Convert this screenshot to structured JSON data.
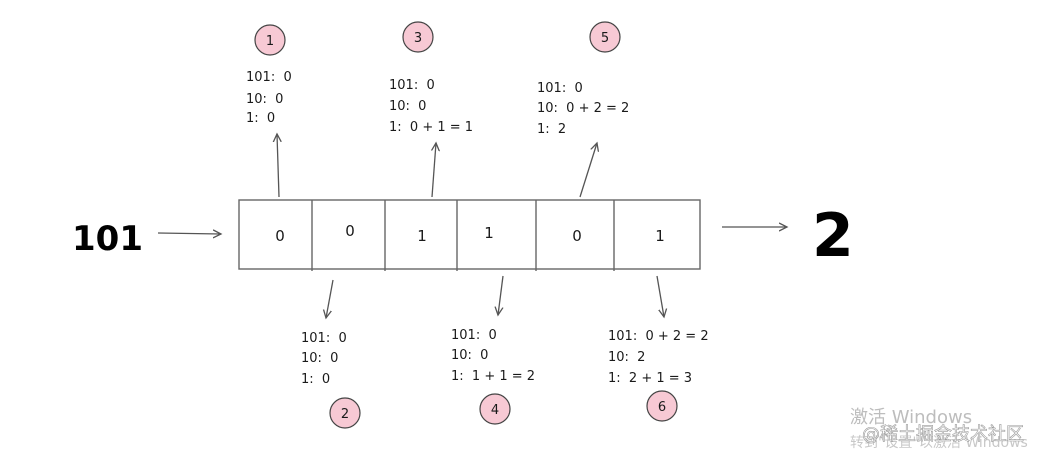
{
  "input_label": "101",
  "output_label": "2",
  "cells": [
    "0",
    "0",
    "1",
    "1",
    "0",
    "1"
  ],
  "steps": [
    {
      "marker": "1",
      "lines": [
        "101:  0",
        "10:  0",
        "1:  0"
      ]
    },
    {
      "marker": "2",
      "lines": [
        "101:  0",
        "10:  0",
        "1:  0"
      ]
    },
    {
      "marker": "3",
      "lines": [
        "101:  0",
        "10:  0",
        "1:  0 + 1 = 1"
      ]
    },
    {
      "marker": "4",
      "lines": [
        "101:  0",
        "10:  0",
        "1:  1 + 1 = 2"
      ]
    },
    {
      "marker": "5",
      "lines": [
        "101:  0",
        "10:  0 + 2 = 2",
        "1:  2"
      ]
    },
    {
      "marker": "6",
      "lines": [
        "101:  0 + 2 = 2",
        "10:  2",
        "1:  2 + 1 = 3"
      ]
    }
  ],
  "watermark": {
    "line1": "激活 Windows",
    "line2": "转到\"设置\"以激活 Windows",
    "brand": "@稀土掘金技术社区"
  },
  "colors": {
    "marker_fill": "#f7c9d4",
    "marker_stroke": "#444444",
    "line": "#555555"
  }
}
